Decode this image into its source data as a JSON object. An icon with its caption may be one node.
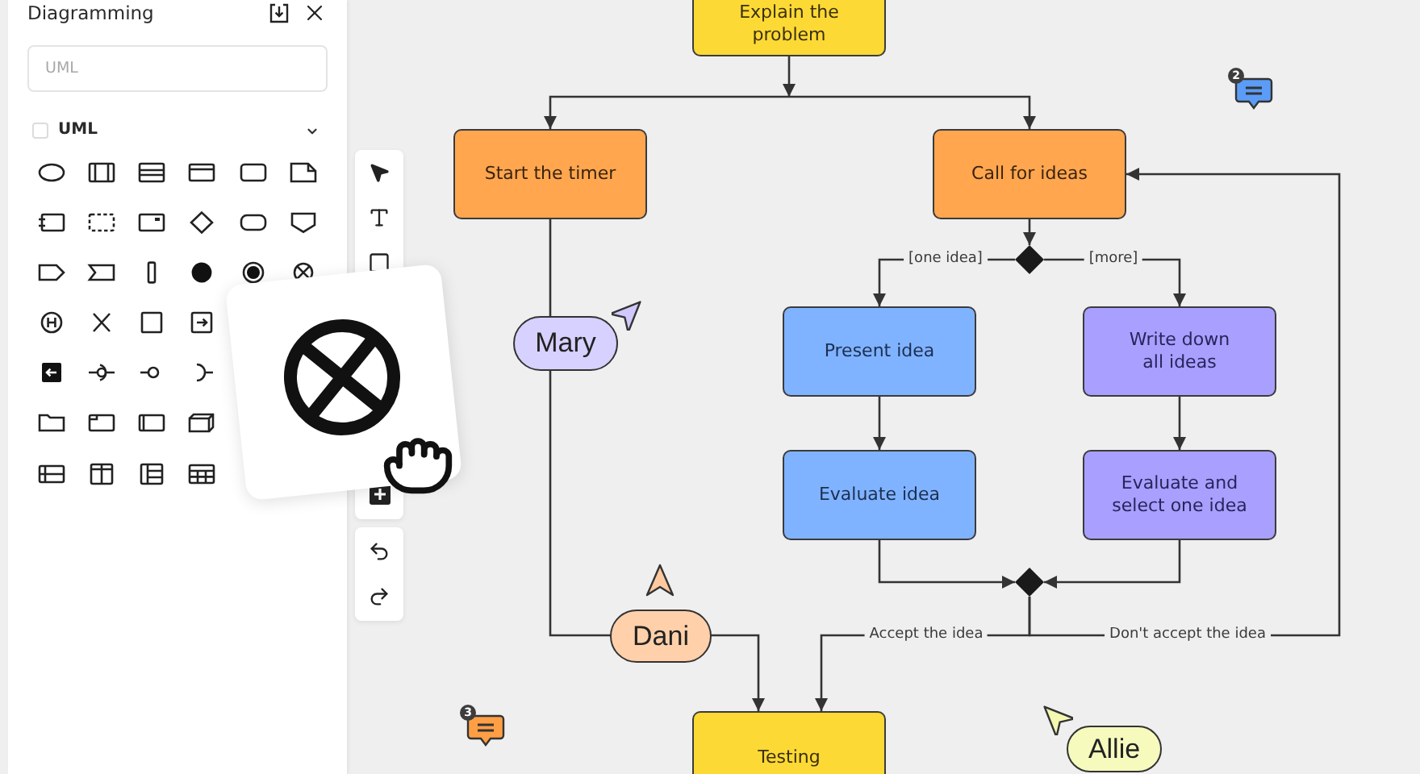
{
  "diagram": {
    "nodes": [
      {
        "text": [
          "Explain the problem"
        ]
      },
      {
        "text": [
          "Start the timer"
        ]
      },
      {
        "text": [
          "Call for ideas"
        ]
      },
      {
        "text": [],
        "shape": "diamond"
      },
      {
        "text": [
          "Present idea"
        ]
      },
      {
        "text": [
          "Write down all ideas"
        ]
      },
      {
        "text": [
          "Evaluate idea"
        ]
      },
      {
        "text": [
          "Evaluate and select one idea"
        ]
      },
      {
        "text": [],
        "shape": "diamond"
      },
      {
        "text": [
          "Testing"
        ]
      }
    ],
    "edges": [
      {
        "from": 0,
        "to": 1,
        "arrow": "to"
      },
      {
        "from": 0,
        "to": 2,
        "arrow": "to"
      },
      {
        "from": 2,
        "to": 3,
        "arrow": "to"
      },
      {
        "from": 3,
        "to": 4,
        "arrow": "to",
        "label": "[one idea]"
      },
      {
        "from": 3,
        "to": 5,
        "arrow": "to",
        "label": "[more]"
      },
      {
        "from": 4,
        "to": 6,
        "arrow": "to"
      },
      {
        "from": 5,
        "to": 7,
        "arrow": "to"
      },
      {
        "from": 6,
        "to": 8,
        "arrow": "to"
      },
      {
        "from": 7,
        "to": 8,
        "arrow": "to"
      },
      {
        "from": 8,
        "to": 9,
        "arrow": "to",
        "label": "Accept the idea"
      },
      {
        "from": 8,
        "to": 2,
        "arrow": "to",
        "label": "Don't accept the idea"
      },
      {
        "from": 1,
        "to": 9,
        "arrow": "to"
      }
    ],
    "labels": [
      "Diagramming",
      "UML",
      "UML",
      "2",
      "Mary",
      "Dani",
      "3",
      "Allie"
    ]
  }
}
